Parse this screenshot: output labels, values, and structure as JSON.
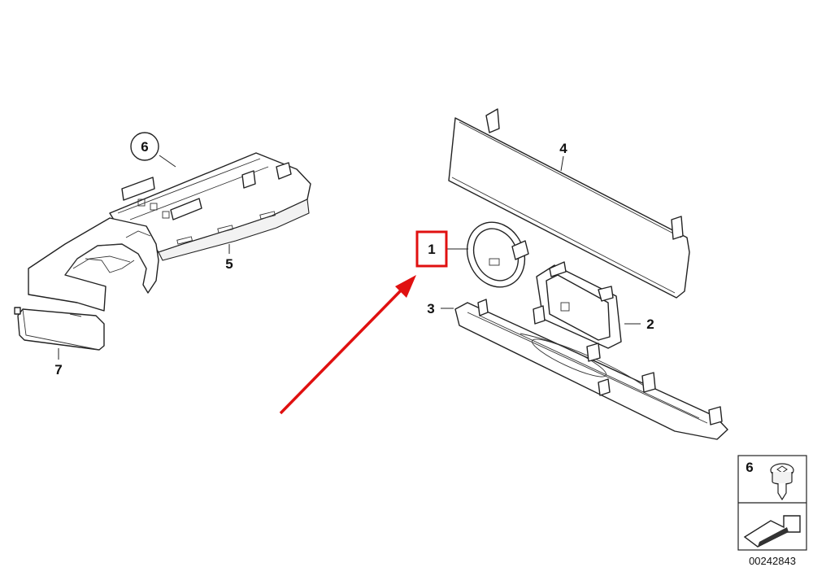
{
  "callouts": {
    "c1": "1",
    "c2": "2",
    "c3": "3",
    "c4": "4",
    "c5": "5",
    "c6": "6",
    "c7": "7"
  },
  "legend_box": {
    "label": "6"
  },
  "diagram_number": "00242843",
  "colors": {
    "highlight": "#e01010",
    "line": "#222222",
    "background": "#ffffff"
  },
  "icons": {
    "arrow": "arrow-icon",
    "screw": "screw-icon",
    "page_arrow": "page-arrow-icon"
  }
}
